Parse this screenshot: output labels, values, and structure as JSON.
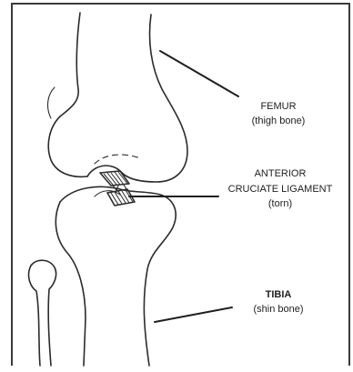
{
  "labels": {
    "femur": {
      "name": "FEMUR",
      "desc": "(thigh bone)"
    },
    "acl": {
      "line1": "ANTERIOR",
      "line2": "CRUCIATE LIGAMENT",
      "desc": "(torn)"
    },
    "tibia": {
      "name": "TIBIA",
      "desc": "(shin bone)"
    }
  }
}
